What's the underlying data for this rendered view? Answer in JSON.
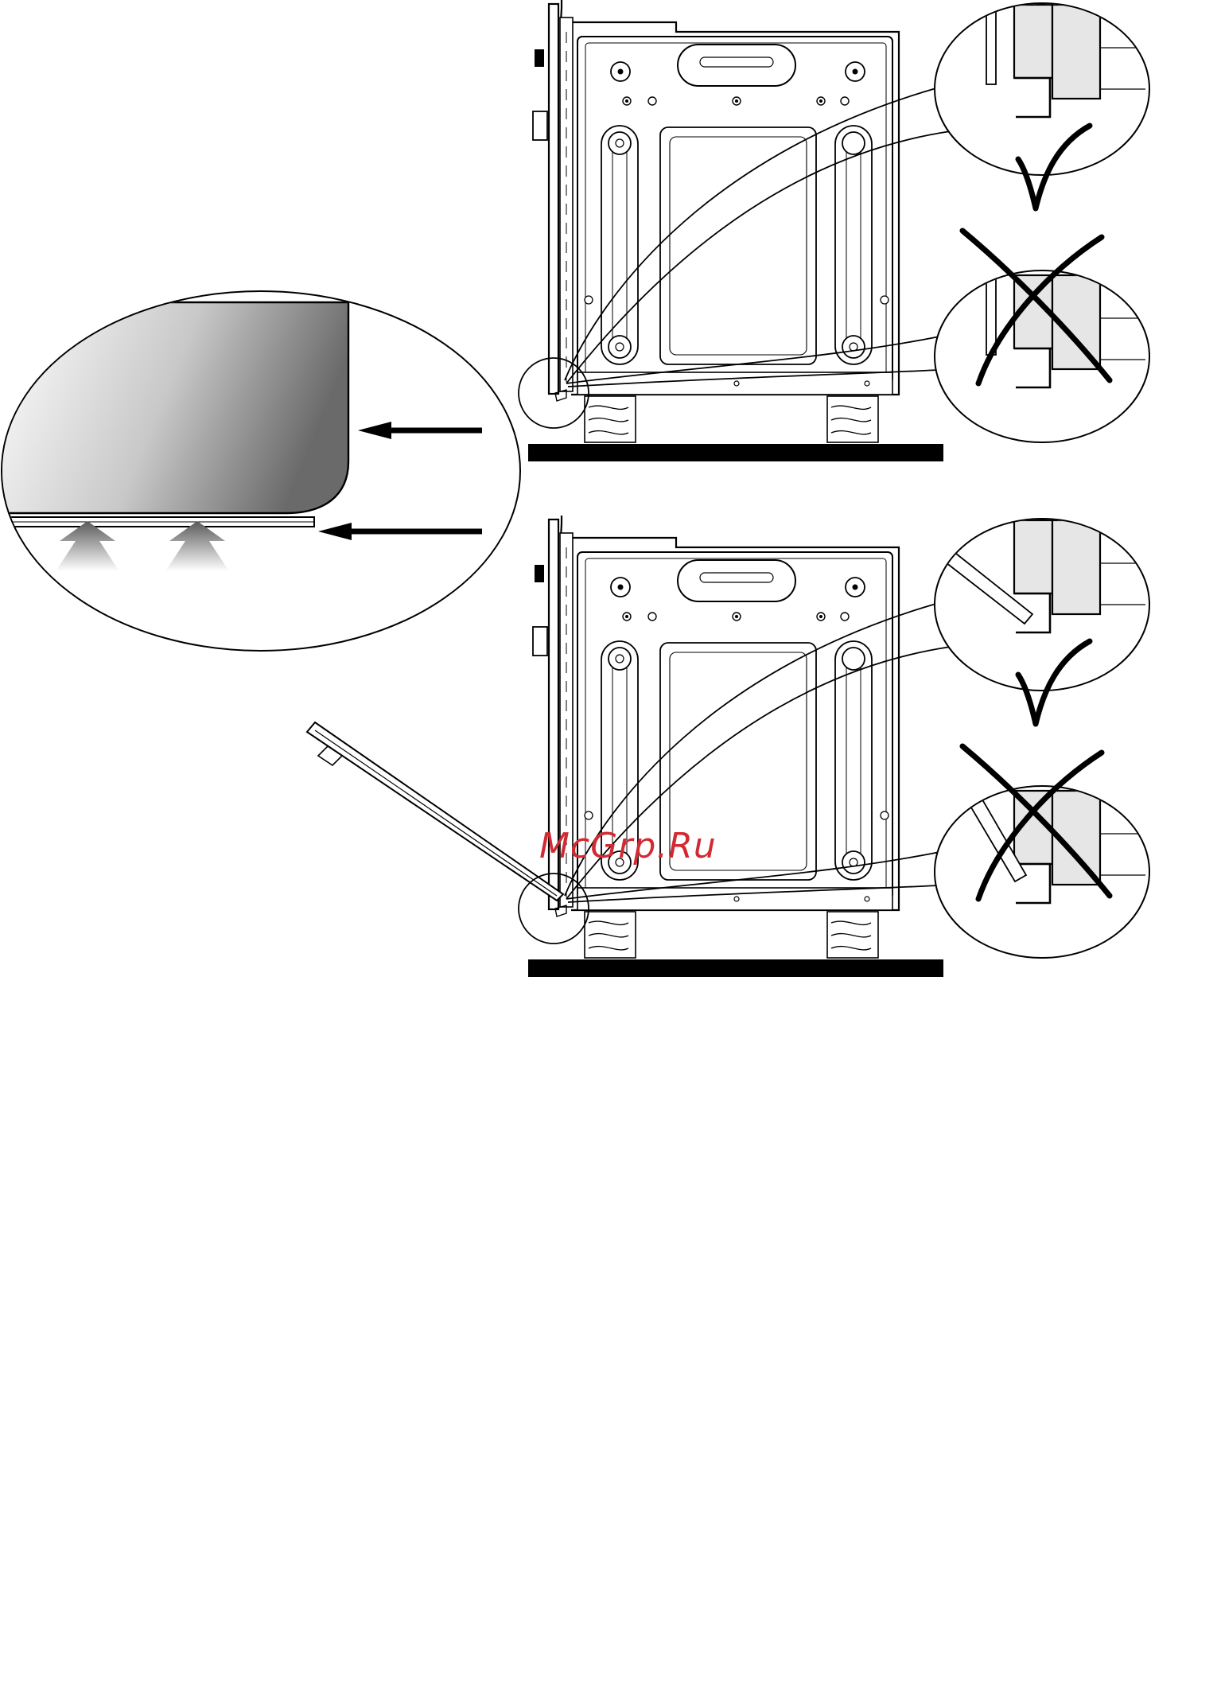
{
  "diagram": {
    "watermark": {
      "text": "McGrp.Ru",
      "color": "#d22a32"
    },
    "panels": [
      {
        "name": "door-closed",
        "door_state": "closed",
        "details": [
          {
            "verdict": "correct",
            "mark": "check-icon"
          },
          {
            "verdict": "incorrect",
            "mark": "cross-icon"
          }
        ]
      },
      {
        "name": "door-open",
        "door_state": "open",
        "details": [
          {
            "verdict": "correct",
            "mark": "check-icon"
          },
          {
            "verdict": "incorrect",
            "mark": "cross-icon"
          }
        ]
      }
    ],
    "magnifier": {
      "name": "door-bottom-seal-detail",
      "arrows": [
        "arrow-left-icon",
        "arrow-left-icon"
      ],
      "airflow": [
        "arrow-up-icon",
        "arrow-up-icon"
      ]
    },
    "colors": {
      "line": "#000000",
      "paper": "#ffffff",
      "panel_fill": "#e6e6e6",
      "floor": "#000000"
    }
  }
}
